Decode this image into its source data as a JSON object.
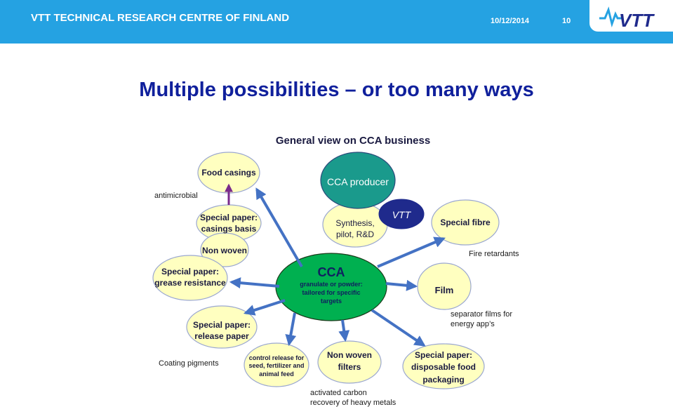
{
  "header": {
    "org": "VTT TECHNICAL RESEARCH CENTRE OF FINLAND",
    "date": "10/12/2014",
    "page": "10",
    "logo_text": "VTT"
  },
  "title": "Multiple possibilities – or too many ways",
  "subtitle": "General view on CCA business",
  "colors": {
    "header": "#25a2e2",
    "bubble": "#ffffc0",
    "producer": "#1a9a8c",
    "cca": "#00b050",
    "vtt": "#1f2a8c",
    "arrow": "#4472c4",
    "purple_arrow": "#7a2a8c"
  },
  "nodes": {
    "food_casings": "Food casings",
    "casings_basis_l1": "Special paper:",
    "casings_basis_l2": "casings basis",
    "non_woven": "Non woven",
    "grease_l1": "Special paper:",
    "grease_l2": "grease resistance",
    "release_l1": "Special paper:",
    "release_l2": "release paper",
    "control_l1": "control release for",
    "control_l2": "seed, fertilizer and",
    "control_l3": "animal feed",
    "producer": "CCA producer",
    "synthesis_l1": "Synthesis,",
    "synthesis_l2": "pilot, R&D",
    "vtt": "VTT",
    "special_fibre": "Special fibre",
    "cca_title": "CCA",
    "cca_l1": "granulate or powder:",
    "cca_l2": "tailored for specific",
    "cca_l3": "targets",
    "film": "Film",
    "filters_l1": "Non woven",
    "filters_l2": "filters",
    "food_pack_l1": "Special paper:",
    "food_pack_l2": "disposable food",
    "food_pack_l3": "packaging"
  },
  "labels": {
    "antimicrobial": "antimicrobial",
    "fire_retardants": "Fire retardants",
    "separator_l1": "separator films for",
    "separator_l2": "energy app’s",
    "coating_pigments": "Coating pigments",
    "carbon_l1": "activated carbon",
    "carbon_l2": "recovery of heavy metals"
  }
}
